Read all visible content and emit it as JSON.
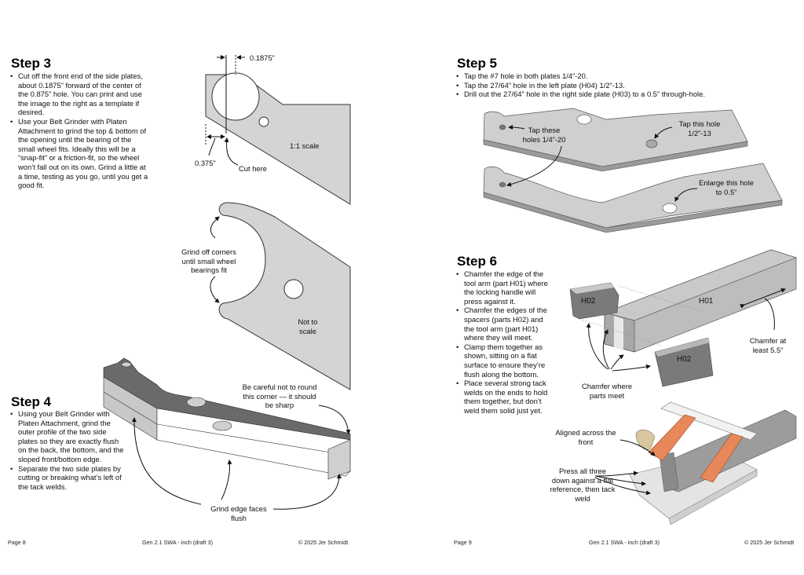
{
  "left_page": {
    "step3": {
      "title": "Step 3",
      "bullets": [
        "Cut off the front end of the side plates, about 0.1875” forward of the center of the 0.875” hole. You can print and use the image to the right as a template if desired.",
        "Use your Belt Grinder with Platen Attachment to grind the top & bottom of the opening until the bearing of the small wheel fits. Ideally this will be a “snap-fit” or a friction-fit, so the wheel won’t fall out on its own. Grind a little at a time, testing as you go, until you get a good fit."
      ],
      "diagram_template": {
        "dim_top": "0.1875”",
        "dim_left": "0.375”",
        "cut_label": "Cut here",
        "scale_label": "1:1 scale"
      },
      "diagram_grind": {
        "callout": "Grind off corners until small wheel bearings fit",
        "scale_label": "Not to scale"
      }
    },
    "step4": {
      "title": "Step 4",
      "bullets": [
        "Using your Belt Grinder with Platen Attachment, grind the outer profile of the two side plates so they are exactly flush on the back, the bottom, and the sloped front/bottom edge.",
        "Separate the two side plates by cutting or breaking what’s left of the tack welds."
      ],
      "diagram": {
        "corner_callout": "Be careful not to round this corner — it should be sharp",
        "flush_callout": "Grind edge faces flush"
      }
    },
    "footer": {
      "page": "Page 8",
      "doc_title": "Gen 2.1 SWA - inch (draft 3)",
      "copyright": "© 2025 Jer Schmidt"
    }
  },
  "right_page": {
    "step5": {
      "title": "Step 5",
      "bullets": [
        "Tap the #7 hole in both plates 1/4”-20.",
        "Tap the 27/64” hole in the left plate (H04) 1/2”-13.",
        "Drill out the 27/64” hole in the right side plate (H03) to a 0.5” through-hole."
      ],
      "diagram": {
        "tap_small": "Tap these holes 1/4”-20",
        "tap_large": "Tap this hole 1/2”-13",
        "enlarge": "Enlarge this hole to 0.5”"
      }
    },
    "step6": {
      "title": "Step 6",
      "bullets": [
        "Chamfer the edge of the tool arm (part H01) where the locking handle will press against it.",
        "Chamfer the edges of the spacers (parts H02) and the tool arm (part H01) where they will meet.",
        "Clamp them together as shown, sitting on a flat surface to ensure they’re flush along the bottom.",
        "Place several strong tack welds on the ends to hold them together, but don’t weld them solid just yet."
      ],
      "diagram_parts": {
        "part_arm": "H01",
        "part_spacer_top": "H02",
        "part_spacer_bottom": "H02",
        "chamfer_length": "Chamfer at least 5.5”",
        "chamfer_meet": "Chamfer where parts meet"
      },
      "diagram_clamp": {
        "aligned": "Aligned across the front",
        "press": "Press all three down against a flat reference, then tack weld"
      }
    },
    "footer": {
      "page": "Page 9",
      "doc_title": "Gen 2.1 SWA - inch (draft 3)",
      "copyright": "© 2025 Jer Schmidt"
    }
  },
  "colors": {
    "plate_fill": "#d4d4d4",
    "plate_dark": "#6f6f6f",
    "plate_mid": "#b9b9b9",
    "clamp_orange": "#e8875a"
  }
}
